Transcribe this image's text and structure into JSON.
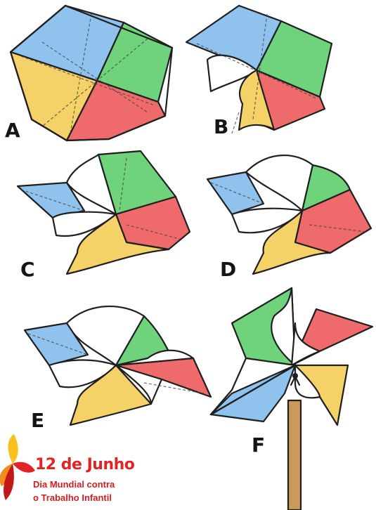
{
  "steps": {
    "a": "A",
    "b": "B",
    "c": "C",
    "d": "D",
    "e": "E",
    "f": "F"
  },
  "banner": {
    "title": "12 de Junho",
    "line1": "Dia Mundial contra",
    "line2": "o Trabalho Infantil"
  },
  "colors": {
    "blue": "#8fc3ee",
    "green": "#6fd37c",
    "red": "#ef6a6a",
    "yellow": "#f5d267",
    "outline": "#1f1f1f",
    "stick": "#c99a5a",
    "banner_red": "#e02424"
  }
}
